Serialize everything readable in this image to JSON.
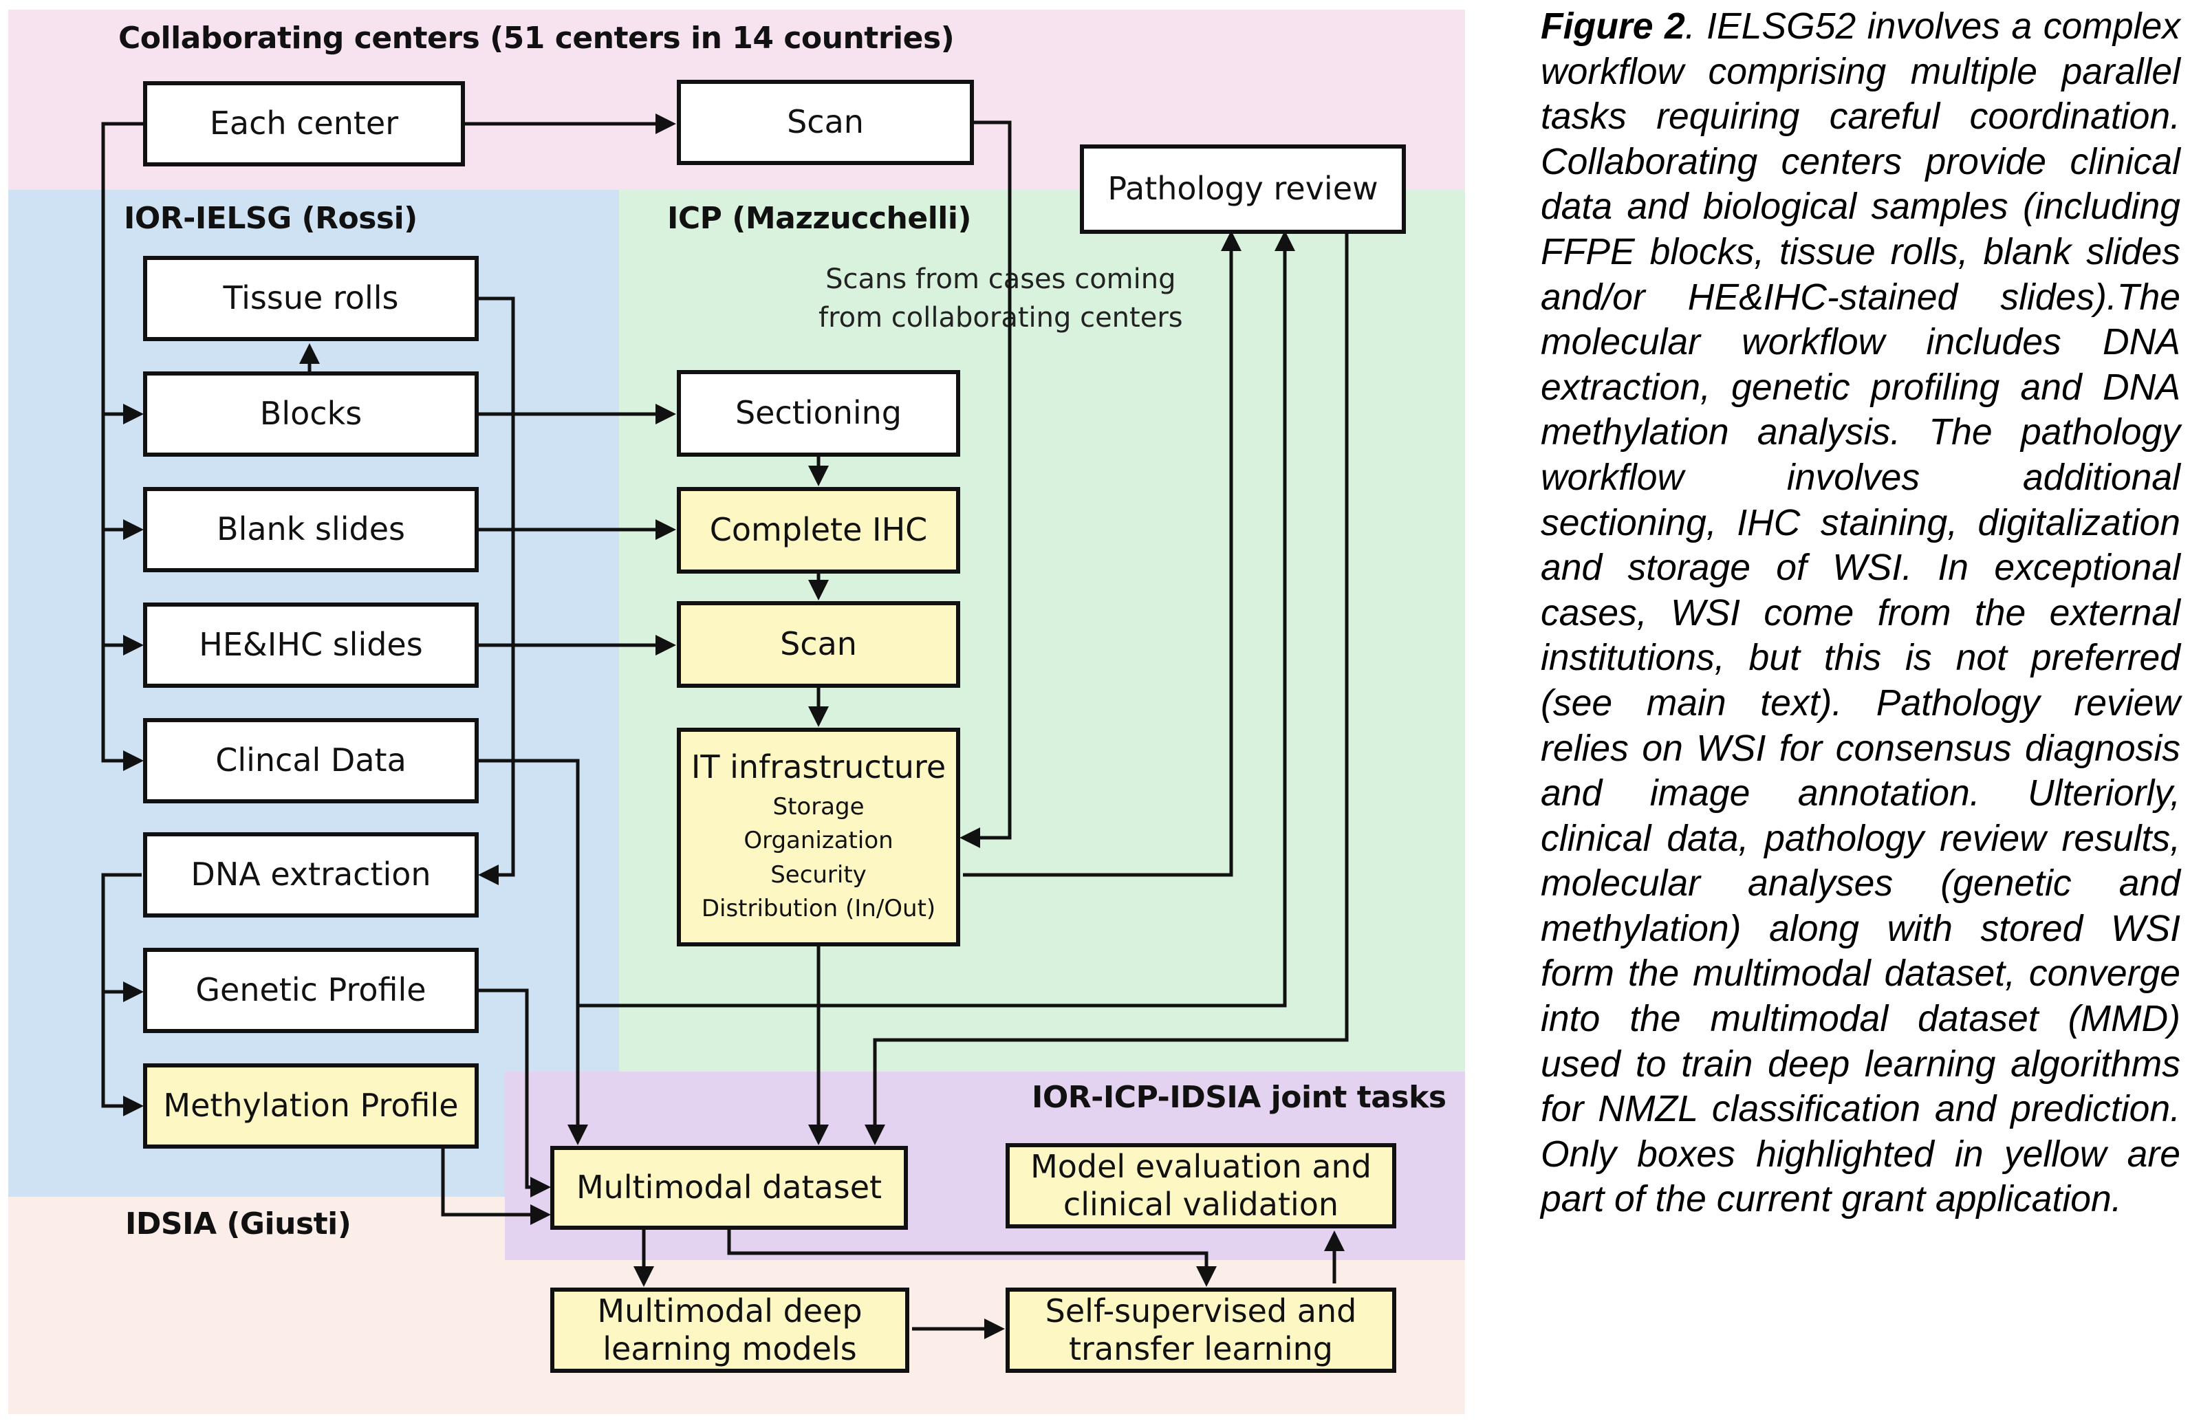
{
  "regions": {
    "collaborating": "Collaborating centers (51 centers in 14 countries)",
    "ior_ielsg": "IOR-IELSG (Rossi)",
    "icp": "ICP (Mazzucchelli)",
    "joint": "IOR-ICP-IDSIA joint tasks",
    "idsia": "IDSIA (Giusti)"
  },
  "colors": {
    "collaborating_bg": "#f7e3f0",
    "ior_bg": "#cfe2f3",
    "icp_bg": "#d9f2dd",
    "joint_bg": "#e3d3f0",
    "idsia_bg": "#fbede8",
    "highlight_box": "#fdf7c4"
  },
  "boxes": {
    "each_center": "Each center",
    "scan_top": "Scan",
    "pathology_review": "Pathology review",
    "tissue_rolls": "Tissue rolls",
    "blocks": "Blocks",
    "blank_slides": "Blank slides",
    "he_ihc_slides": "HE&IHC slides",
    "clinical_data": "Clincal Data",
    "dna_extraction": "DNA extraction",
    "genetic_profile": "Genetic Profile",
    "methylation_profile": "Methylation Profile",
    "sectioning": "Sectioning",
    "complete_ihc": "Complete IHC",
    "scan_icp": "Scan",
    "it_title": "IT infrastructure",
    "it_storage": "Storage",
    "it_organization": "Organization",
    "it_security": "Security",
    "it_distribution": "Distribution (In/Out)",
    "multimodal_dataset": "Multimodal dataset",
    "model_eval_1": "Model evaluation and",
    "model_eval_2": "clinical validation",
    "mdl_1": "Multimodal deep",
    "mdl_2": "learning models",
    "ssl_1": "Self-supervised and",
    "ssl_2": "transfer learning"
  },
  "notes": {
    "scans_line1": "Scans from cases coming",
    "scans_line2": "from collaborating centers"
  },
  "caption": {
    "label": "Figure 2",
    "text": ". IELSG52 involves a complex workflow comprising multiple parallel tasks requiring careful coordination. Collaborating centers provide clinical data and biological samples (including FFPE blocks, tissue rolls, blank slides and/or HE&IHC-stained slides).The molecular workflow includes DNA extraction, genetic profiling and DNA methylation analysis. The pathology workflow involves additional sectioning, IHC staining, digitalization and storage of WSI. In exceptional cases, WSI come from the external institutions, but this is not preferred (see main text). Pathology review relies on WSI for consensus diagnosis and image annotation. Ulteriorly, clinical data, pathology review results, molecular analyses (genetic and methylation) along with stored WSI form the multimodal dataset, converge into the multimodal dataset (MMD) used to train deep learning algorithms for NMZL classification and prediction. Only boxes highlighted in yellow are part of the current grant application."
  }
}
